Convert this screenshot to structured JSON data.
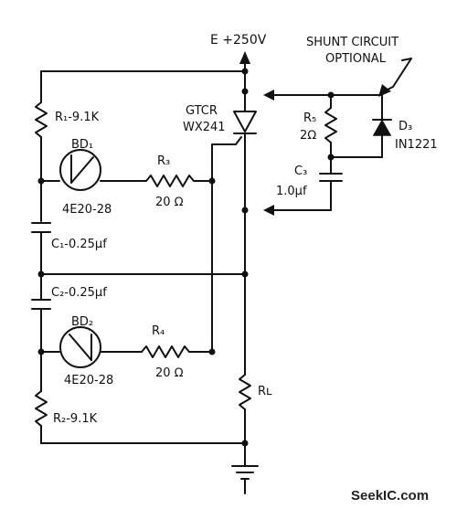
{
  "supply": {
    "label": "E +250V"
  },
  "shunt": {
    "line1": "SHUNT CIRCUIT",
    "line2": "OPTIONAL"
  },
  "gtcr": {
    "name": "GTCR",
    "part": "WX241"
  },
  "r1": {
    "label": "R₁-9.1K"
  },
  "r2": {
    "label": "R₂-9.1K"
  },
  "r3": {
    "name": "R₃",
    "value": "20 Ω"
  },
  "r4": {
    "name": "R₄",
    "value": "20 Ω"
  },
  "r5": {
    "name": "R₅",
    "value": "2Ω"
  },
  "rl": {
    "name": "Rʟ"
  },
  "c1": {
    "label": "C₁-0.25μf"
  },
  "c2": {
    "label": "C₂-0.25μf"
  },
  "c3": {
    "name": "C₃",
    "value": "1.0μf"
  },
  "bd1": {
    "name": "BD₁",
    "part": "4E20-28"
  },
  "bd2": {
    "name": "BD₂",
    "part": "4E20-28"
  },
  "d3": {
    "name": "D₃",
    "part": "IN1221"
  },
  "watermark": "SeekIC.com"
}
